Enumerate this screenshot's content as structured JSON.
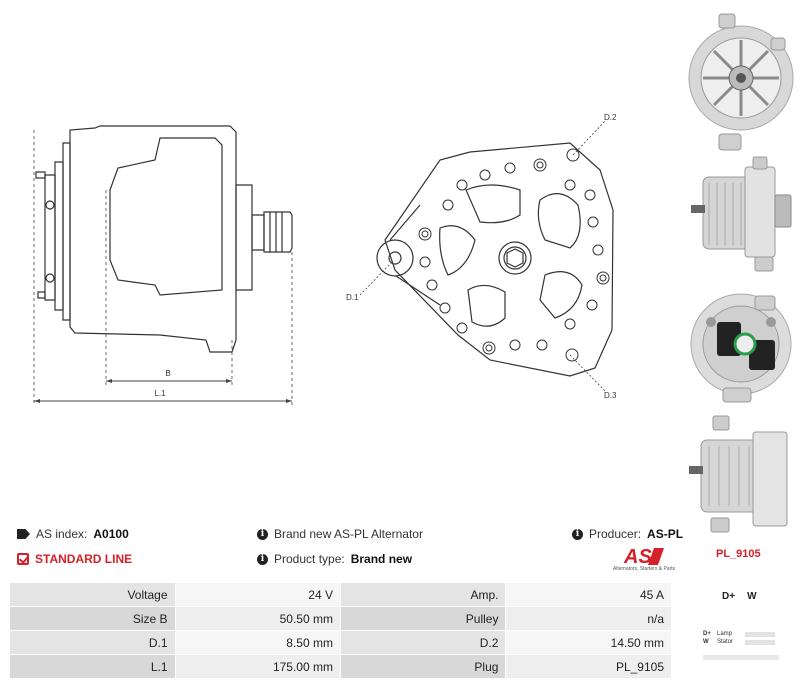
{
  "drawing": {
    "dim_b": "B",
    "dim_l1": "L.1",
    "dim_d1": "D.1",
    "dim_d2": "D.2",
    "dim_d3": "D.3"
  },
  "photos": [
    {
      "name": "front-view",
      "icon": "alternator-front-photo"
    },
    {
      "name": "side-view",
      "icon": "alternator-side-photo"
    },
    {
      "name": "rear-view",
      "icon": "alternator-rear-photo"
    },
    {
      "name": "side-view-2",
      "icon": "alternator-side-photo-2"
    }
  ],
  "info": {
    "as_index_label": "AS index:",
    "as_index_value": "A0100",
    "standard_line": "STANDARD LINE",
    "brand_new_text": "Brand new AS-PL Alternator",
    "product_type_label": "Product type:",
    "product_type_value": "Brand new",
    "producer_label": "Producer:",
    "producer_value": "AS-PL"
  },
  "logo": {
    "text": "AS",
    "caption": "Alternators, Starters & Parts",
    "brand_color": "#d6212a"
  },
  "code": "PL_9105",
  "specs": [
    {
      "k1": "Voltage",
      "v1": "24 V",
      "k2": "Amp.",
      "v2": "45 A"
    },
    {
      "k1": "Size B",
      "v1": "50.50 mm",
      "k2": "Pulley",
      "v2": "n/a"
    },
    {
      "k1": "D.1",
      "v1": "8.50 mm",
      "k2": "D.2",
      "v2": "14.50 mm"
    },
    {
      "k1": "L.1",
      "v1": "175.00 mm",
      "k2": "Plug",
      "v2": "PL_9105"
    }
  ],
  "pins": {
    "p1": "D+",
    "p2": "W"
  },
  "legend": [
    {
      "key": "D+",
      "value": "Lamp"
    },
    {
      "key": "W",
      "value": "Stator"
    }
  ]
}
